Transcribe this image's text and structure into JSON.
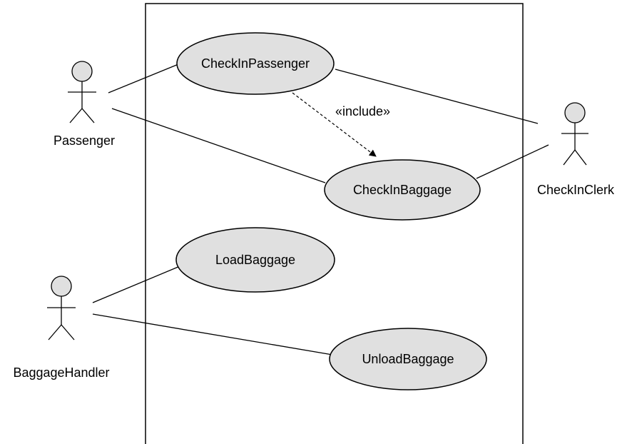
{
  "diagram": {
    "type": "uml-use-case",
    "actors": {
      "passenger": "Passenger",
      "checkin_clerk": "CheckInClerk",
      "baggage_handler": "BaggageHandler"
    },
    "use_cases": {
      "checkin_passenger": "CheckInPassenger",
      "checkin_baggage": "CheckInBaggage",
      "load_baggage": "LoadBaggage",
      "unload_baggage": "UnloadBaggage"
    },
    "relationships": {
      "include_label": "«include»"
    },
    "colors": {
      "use_case_fill": "#e0e0e0",
      "actor_head_fill": "#e0e0e0",
      "stroke": "#000000",
      "background": "#ffffff"
    }
  }
}
